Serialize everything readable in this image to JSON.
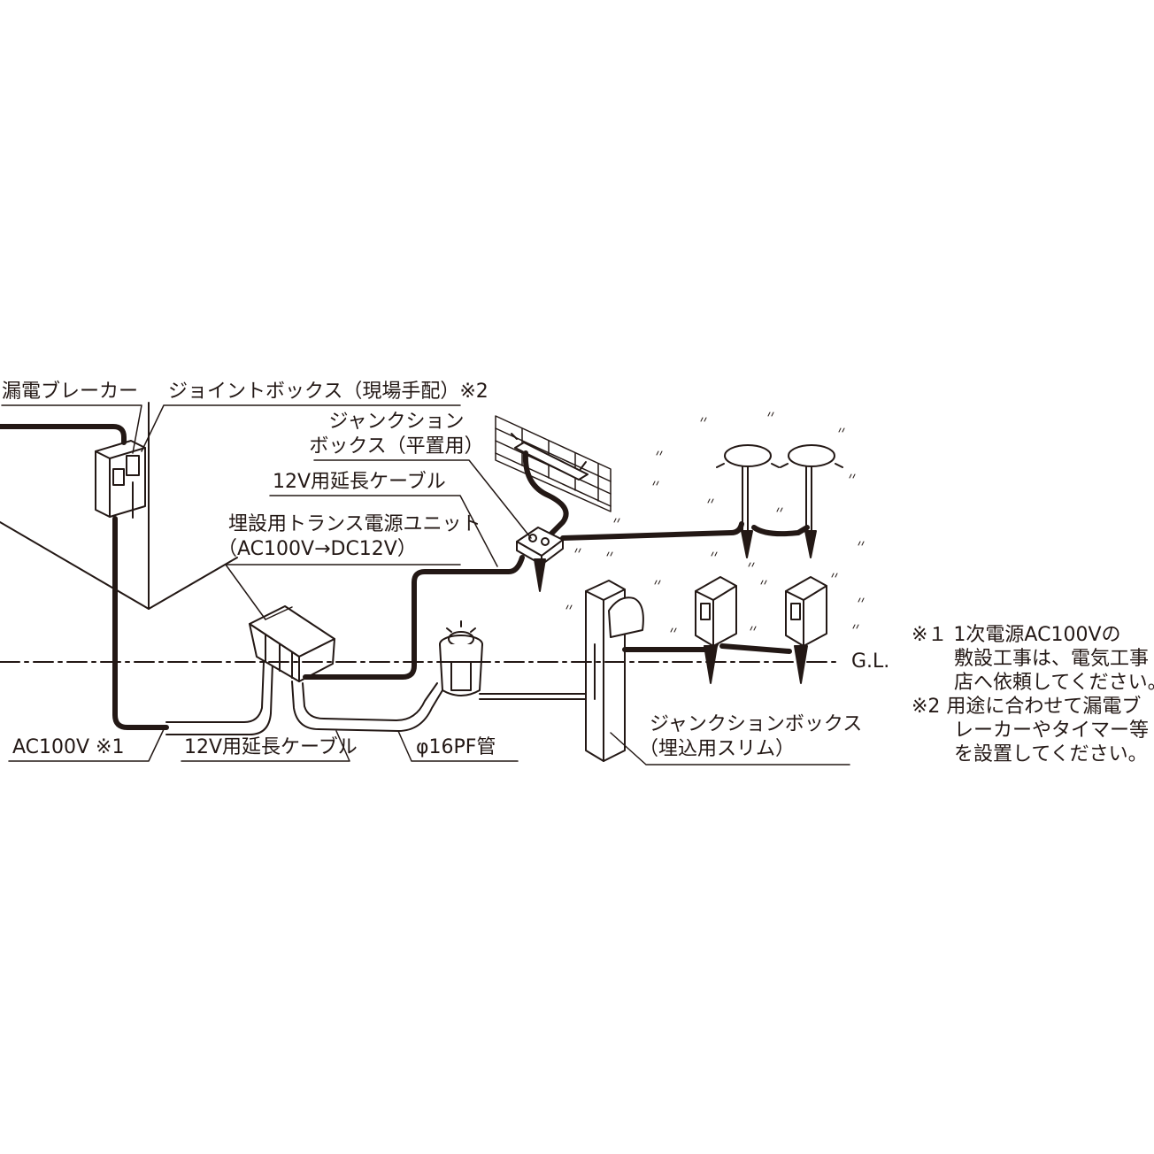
{
  "labels": {
    "leakage_breaker": "漏電ブレーカー",
    "joint_box": "ジョイントボックス（現場手配）※2",
    "junction_flat_line1": "ジャンクション",
    "junction_flat_line2": "ボックス（平置用）",
    "ext_cable_upper": "12V用延長ケーブル",
    "transformer_line1": "埋設用トランス電源ユニット",
    "transformer_line2": "（AC100V→DC12V）",
    "ac100v": "AC100V ※1",
    "ext_cable_lower": "12V用延長ケーブル",
    "pf_pipe": "φ16PF管",
    "junction_slim_line1": "ジャンクションボックス",
    "junction_slim_line2": "（埋込用スリム）",
    "ground_level": "G.L."
  },
  "notes": {
    "note1_line1": "※１ 1次電源AC100Vの",
    "note1_line2": "敷設工事は、電気工事",
    "note1_line3": "店へ依頼してください。",
    "note2_line1": "※2 用途に合わせて漏電ブ",
    "note2_line2": "レーカーやタイマー等",
    "note2_line3": "を設置してください。"
  },
  "icons": {
    "leakage_breaker": "breaker-box-icon",
    "joint_box": "joint-box-icon",
    "transformer": "transformer-unit-icon",
    "junction_flat": "junction-box-flat-icon",
    "junction_slim": "junction-box-slim-icon",
    "wall_light": "wall-light-icon",
    "ground_light": "ground-light-icon",
    "garden_lights": "garden-light-icon",
    "wall_box_lights": "box-light-icon",
    "building_wall": "building-wall-icon",
    "brick_wall": "brick-wall-icon"
  },
  "colors": {
    "ink": "#231815",
    "background": "#ffffff"
  }
}
